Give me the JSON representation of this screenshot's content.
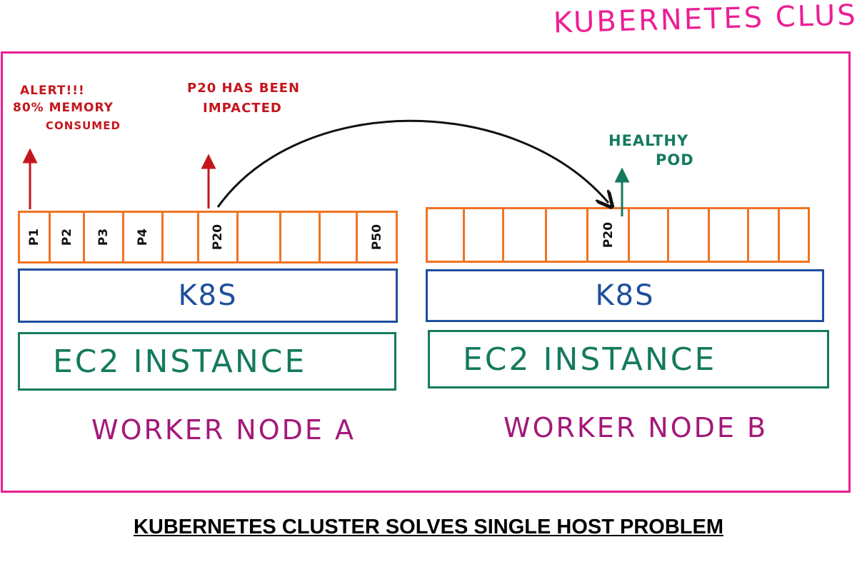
{
  "cluster_title": "KUBERNETES CLUSTER",
  "footer_title": "KUBERNETES CLUSTER SOLVES SINGLE HOST PROBLEM",
  "colors": {
    "cluster_border": "#ec1e95",
    "pod_border": "#f07323",
    "k8s": "#1d4f9c",
    "ec2": "#147a5e",
    "node_label": "#a3187a",
    "alert": "#c5161d",
    "healthy": "#147a5e"
  },
  "annotations": {
    "alert": [
      "ALERT!!!",
      "80% MEMORY",
      "CONSUMED"
    ],
    "impacted": [
      "P20 HAS BEEN",
      "IMPACTED"
    ],
    "healthy": [
      "HEALTHY",
      "POD"
    ]
  },
  "node_a": {
    "pods": [
      "P1",
      "P2",
      "P3",
      "P4",
      "",
      "P20",
      "",
      "",
      "",
      "P50"
    ],
    "k8s_label": "K8S",
    "ec2_label": "EC2 INSTANCE",
    "name": "WORKER NODE A"
  },
  "node_b": {
    "pods": [
      "",
      "",
      "",
      "",
      "P20",
      "",
      "",
      "",
      "",
      ""
    ],
    "k8s_label": "K8S",
    "ec2_label": "EC2 INSTANCE",
    "name": "WORKER NODE B"
  }
}
